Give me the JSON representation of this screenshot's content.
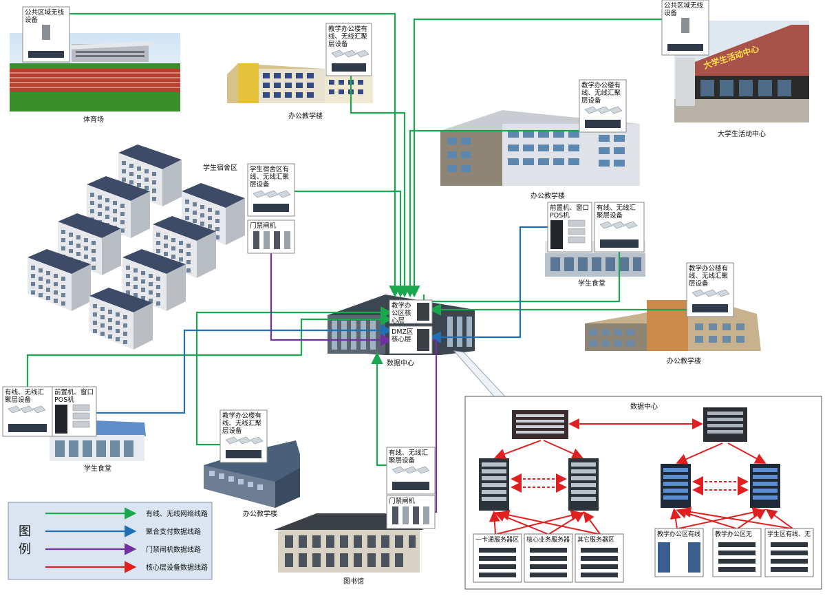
{
  "title_dc": "数据中心",
  "buildings": {
    "stadium": "体育场",
    "office_top": "办公教学楼",
    "office_right": "办公教学楼",
    "student_center": "大学生活动中心",
    "dorm": "学生宿舍区",
    "canteen_right": "学生食堂",
    "office_east": "办公教学楼",
    "datacenter": "数据中心",
    "canteen_left": "学生食堂",
    "office_bottom": "办公教学楼",
    "library": "图书馆"
  },
  "device_boxes": {
    "public_left": [
      "公共区域无线",
      "设备"
    ],
    "public_right": [
      "公共区域无线",
      "设备"
    ],
    "office_top": [
      "教学办公楼有",
      "线、无线汇聚",
      "层设备"
    ],
    "office_right": [
      "教学办公楼有",
      "线、无线汇聚",
      "层设备"
    ],
    "dorm_agg": [
      "学生宿舍区有",
      "线、无线汇聚",
      "层设备"
    ],
    "dorm_gate": [
      "门禁闸机"
    ],
    "canteen_r_pos": [
      "前置机、窗口",
      "POS机"
    ],
    "canteen_r_agg": [
      "有线、无线汇",
      "聚层设备"
    ],
    "office_east": [
      "教学办公楼有",
      "线、无线汇聚",
      "层设备"
    ],
    "canteen_l_agg": [
      "有线、无线汇",
      "聚层设备"
    ],
    "canteen_l_pos": [
      "前置机、窗口",
      "POS机"
    ],
    "office_bottom": [
      "教学办公楼有",
      "线、无线汇聚",
      "层设备"
    ],
    "library_agg": [
      "有线、无线汇",
      "聚层设备"
    ],
    "library_gate": [
      "门禁闸机"
    ],
    "core_office": [
      "教学办",
      "公区核",
      "心层"
    ],
    "core_dmz": [
      "DMZ区",
      "核心层"
    ]
  },
  "dc_detail": {
    "title": "数据中心",
    "zones": [
      "一卡通服务器区",
      "核心业务服务器",
      "其它服务器区",
      "教学办公区有线",
      "教学办公区无",
      "学生区有线、无"
    ]
  },
  "legend": {
    "title": "图例",
    "items": [
      {
        "label": "有线、无线网络线路",
        "color": "#1aa84f"
      },
      {
        "label": "聚合支付数据线路",
        "color": "#1f6fb5"
      },
      {
        "label": "门禁闸机数据线路",
        "color": "#7030a0"
      },
      {
        "label": "核心层设备数据线路",
        "color": "#e02020"
      }
    ]
  },
  "colors": {
    "green": "#1aa84f",
    "blue": "#1f6fb5",
    "purple": "#7030a0",
    "red": "#e02020"
  }
}
